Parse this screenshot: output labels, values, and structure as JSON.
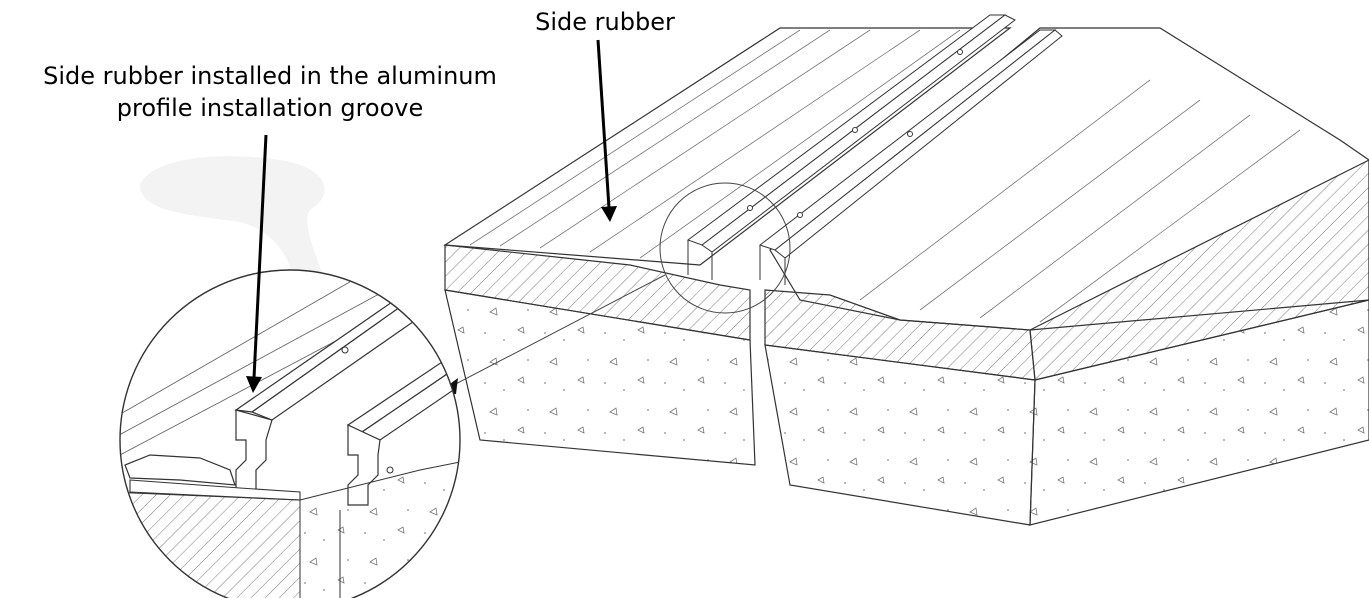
{
  "labels": {
    "side_rubber": "Side rubber",
    "side_rubber_groove_line1": "Side rubber installed in the aluminum",
    "side_rubber_groove_line2": "profile installation groove"
  },
  "colors": {
    "ink": "#000000",
    "line": "#333333",
    "paper": "#ffffff",
    "shadow": "#f2f2f2"
  }
}
